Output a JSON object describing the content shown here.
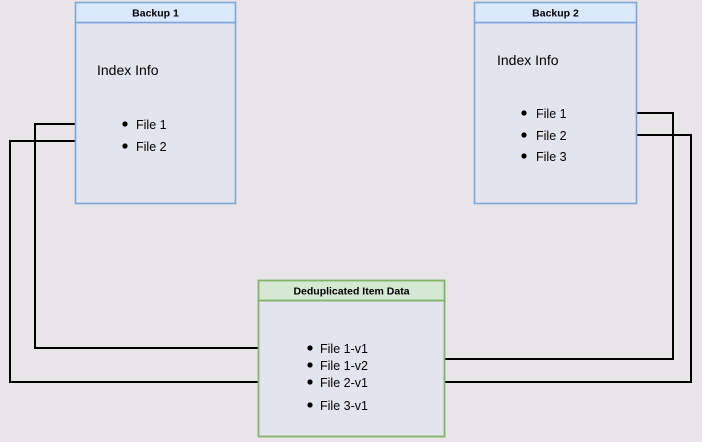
{
  "diagram": {
    "background_color": "#e7e5e7",
    "boxes": [
      {
        "id": "backup-1",
        "title": "Backup 1",
        "heading": "Index Info",
        "header_fill": "#dae8fc",
        "header_stroke": "#7ea6d9",
        "body_fill": "#e4e4ef",
        "body_stroke": "#7ea6d9",
        "items": [
          "File 1",
          "File 2"
        ]
      },
      {
        "id": "backup-2",
        "title": "Backup 2",
        "heading": "Index Info",
        "header_fill": "#dae8fc",
        "header_stroke": "#7ea6d9",
        "body_fill": "#e4e4ef",
        "body_stroke": "#7ea6d9",
        "items": [
          "File 1",
          "File 2",
          "File 3"
        ]
      },
      {
        "id": "deduplicated-item-data",
        "title": "Deduplicated Item Data",
        "heading": "",
        "header_fill": "#d5e8d4",
        "header_stroke": "#82b366",
        "body_fill": "#e4e4ef",
        "body_stroke": "#82b366",
        "items": [
          "File 1-v1",
          "File 1-v2",
          "File 2-v1",
          "File 3-v1"
        ]
      }
    ],
    "connectors": [
      {
        "id": "b1-file1-to-file1v1",
        "from": "backup-1.File 1",
        "to": "deduplicated-item-data.File 1-v1",
        "direction": "right"
      },
      {
        "id": "b1-file2-to-file2v1",
        "from": "backup-1.File 2",
        "to": "deduplicated-item-data.File 2-v1",
        "direction": "right"
      },
      {
        "id": "b2-file1-to-file1v2",
        "from": "backup-2.File 1",
        "to": "deduplicated-item-data.File 1-v2",
        "direction": "left"
      },
      {
        "id": "b2-file2-to-file2v1",
        "from": "backup-2.File 2",
        "to": "deduplicated-item-data.File 2-v1",
        "direction": "left"
      }
    ]
  }
}
